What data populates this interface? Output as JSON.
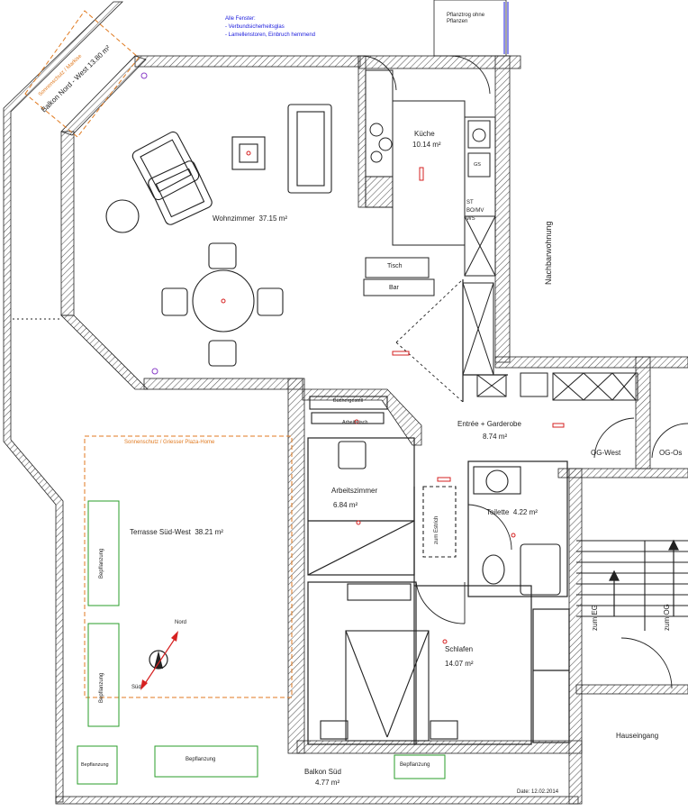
{
  "notes": {
    "windows_title": "Alle Fenster:",
    "windows_line1": "- Verbundsicherheitsglas",
    "windows_line2": "- Lamellenstoren, Einbruch hemmend",
    "date": "Date: 12.02.2014",
    "north": "Nord",
    "south": "Süd"
  },
  "rooms": {
    "balkon_nw_name": "Balkon Nord - West",
    "balkon_nw_area": "13.80 m²",
    "sonnenschutz_markise": "Sonnenschutz / Markise",
    "wohnzimmer_name": "Wohnzimmer",
    "wohnzimmer_area": "37.15 m²",
    "kueche_name": "Küche",
    "kueche_area": "10.14 m²",
    "pflanztrog": "Pflanztrog ohne Pflanzen",
    "nachbarwohnung": "Nachbarwohnung",
    "entree_name": "Entrée + Garderobe",
    "entree_area": "8.74 m²",
    "og_west": "OG-West",
    "og_ost": "OG-Os",
    "arbeitszimmer_name": "Arbeitszimmer",
    "arbeitszimmer_area": "6.84 m²",
    "toilette_name": "Toilette",
    "toilette_area": "4.22 m²",
    "terrasse_name": "Terrasse Süd-West",
    "terrasse_area": "38.21 m²",
    "sonnenschutz_plaza": "Sonnenschutz / Griesser Plaza-Home",
    "schlafen_name": "Schlafen",
    "schlafen_area": "14.07 m²",
    "balkon_sued_name": "Balkon Süd",
    "balkon_sued_area": "4.77 m²",
    "hauseingang": "Hauseingang",
    "zum_eg": "zum EG",
    "zum_og": "zum OG",
    "zum_estrich": "zum Estrich"
  },
  "furniture": {
    "tisch": "Tisch",
    "bar": "Bar",
    "buecherregal": "Büchergestell",
    "arbeitstisch": "Arbeitstisch",
    "st": "ST",
    "bo_mv": "BO/MV",
    "ws": "WS",
    "gs": "GS"
  },
  "plants": {
    "label": "Bepflanzung"
  },
  "colors": {
    "wall": "#222222",
    "hatch": "#555555",
    "orange": "#e07a20",
    "green": "#2a9d2a",
    "blue": "#1a1adc",
    "red": "#d62020",
    "purple": "#8a3fc8"
  }
}
